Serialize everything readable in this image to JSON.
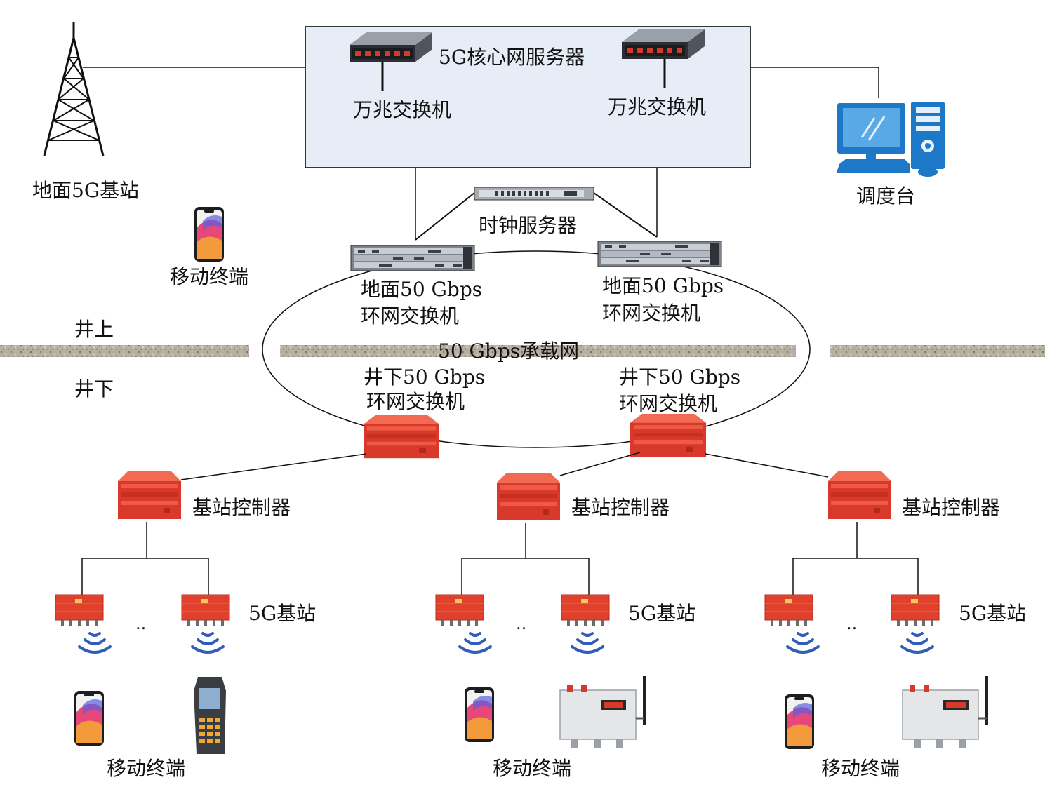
{
  "core": {
    "title": "5G核心网服务器",
    "switch_left": "万兆交换机",
    "switch_right": "万兆交换机"
  },
  "surface": {
    "tower_label": "地面5G基站",
    "mobile_label": "移动终端",
    "dispatch_label": "调度台",
    "clock_label": "时钟服务器",
    "ring_switch_left": [
      "地面50 Gbps",
      "环网交换机"
    ],
    "ring_switch_right": [
      "地面50 Gbps",
      "环网交换机"
    ]
  },
  "divider": {
    "above": "井上",
    "below": "井下",
    "ring_label": "50 Gbps承载网"
  },
  "underground": {
    "ring_switch_left": [
      "井下50 Gbps",
      "环网交换机"
    ],
    "ring_switch_right": [
      "井下50 Gbps",
      "环网交换机"
    ],
    "groups": [
      {
        "controller_label": "基站控制器",
        "bs_label": "5G基站",
        "dots": "..",
        "terminal_label": "移动终端"
      },
      {
        "controller_label": "基站控制器",
        "bs_label": "5G基站",
        "dots": "..",
        "terminal_label": "移动终端"
      },
      {
        "controller_label": "基站控制器",
        "bs_label": "5G基站",
        "dots": "..",
        "terminal_label": "移动终端"
      }
    ]
  },
  "colors": {
    "core_fill": "#e6edf6",
    "device_red": "#e0402a",
    "signal_blue": "#2f5db8",
    "monitor_blue": "#1d78c8",
    "strata": "#a39b8e"
  }
}
